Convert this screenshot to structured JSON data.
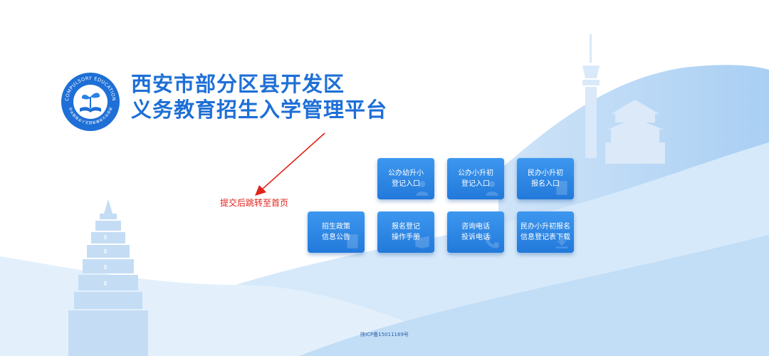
{
  "header": {
    "title_line1": "西安市部分区县开发区",
    "title_line2": "义务教育招生入学管理平台"
  },
  "logo": {
    "outer_text": "COMPULSORY EDUCATION",
    "inner_text": "西安市义务教育招生入学管理平台"
  },
  "annotation": {
    "text": "提交后跳转至首页",
    "color": "#e2231a"
  },
  "tiles": [
    {
      "line1": "公办幼升小",
      "line2": "登记入口"
    },
    {
      "line1": "公办小升初",
      "line2": "登记入口"
    },
    {
      "line1": "民办小升初",
      "line2": "报名入口"
    },
    {
      "line1": "招生政策",
      "line2": "信息公告"
    },
    {
      "line1": "报名登记",
      "line2": "操作手册"
    },
    {
      "line1": "咨询电话",
      "line2": "投诉电话"
    },
    {
      "line1": "民办小升初报名",
      "line2": "信息登记表下载"
    }
  ],
  "footer": {
    "icp": "陕ICP备15011169号"
  },
  "colors": {
    "brand_blue": "#1e6fd6",
    "tile_blue": "#2b83e3",
    "background_wave": "#cfe4f8"
  }
}
